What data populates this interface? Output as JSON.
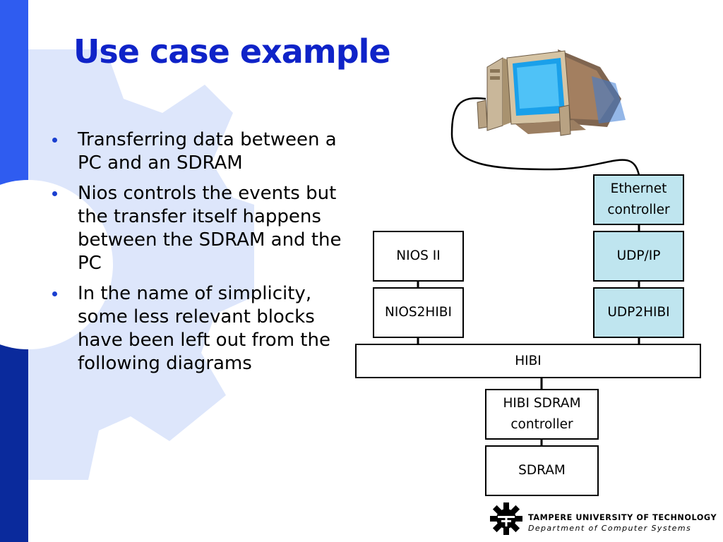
{
  "slide": {
    "title": "Use case example",
    "bullets": [
      "Transferring data between a PC and an SDRAM",
      "Nios controls the events but the transfer itself happens between the SDRAM and the PC",
      "In the name of simplicity, some less relevant blocks have been left out from the following diagrams"
    ]
  },
  "diagram": {
    "pc_icon": "computer-icon",
    "blocks": {
      "ethernet": "Ethernet controller",
      "udpip": "UDP/IP",
      "udp2hibi": "UDP2HIBI",
      "nios": "NIOS II",
      "nios2hibi": "NIOS2HIBI",
      "hibi": "HIBI",
      "sdram_ctrl": "HIBI SDRAM controller",
      "sdram": "SDRAM"
    },
    "colors": {
      "highlight_block": "#bfe5ef",
      "plain_block": "#ffffff"
    }
  },
  "footer": {
    "university": "TAMPERE UNIVERSITY OF TECHNOLOGY",
    "department": "Department of Computer Systems",
    "logo_icon": "gear-logo-icon"
  },
  "theme": {
    "title_color": "#0f23c8",
    "strip_colors": [
      "#2f5cf0",
      "#1a3fd0",
      "#0a2a9c"
    ],
    "gear_background": "#dde6fb"
  }
}
